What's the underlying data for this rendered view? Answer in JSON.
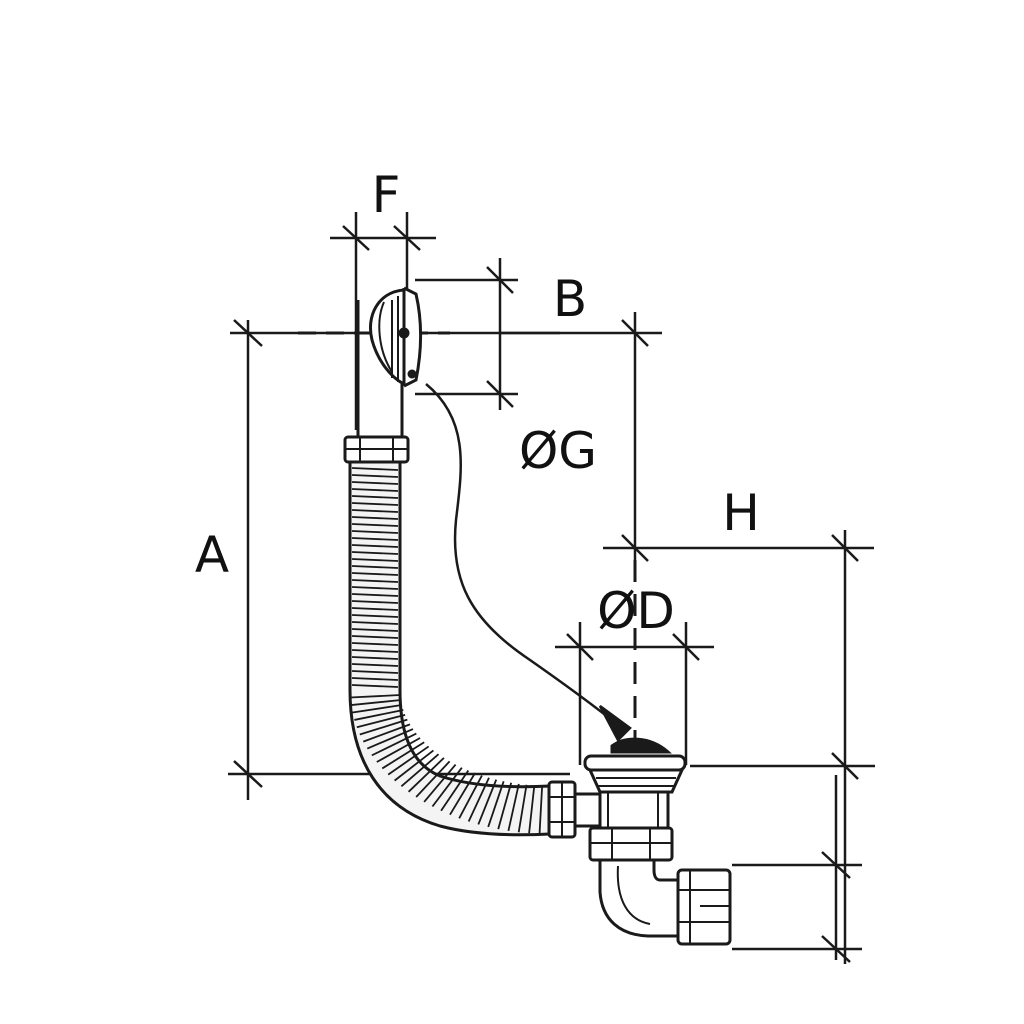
{
  "diagram": {
    "labels": {
      "a": "A",
      "b": "B",
      "d": "ØD",
      "f": "F",
      "g": "ØG",
      "h": "H"
    },
    "colors": {
      "ink": "#1a1a1a",
      "background": "#ffffff",
      "hose_fill": "#f4f4f4"
    }
  }
}
